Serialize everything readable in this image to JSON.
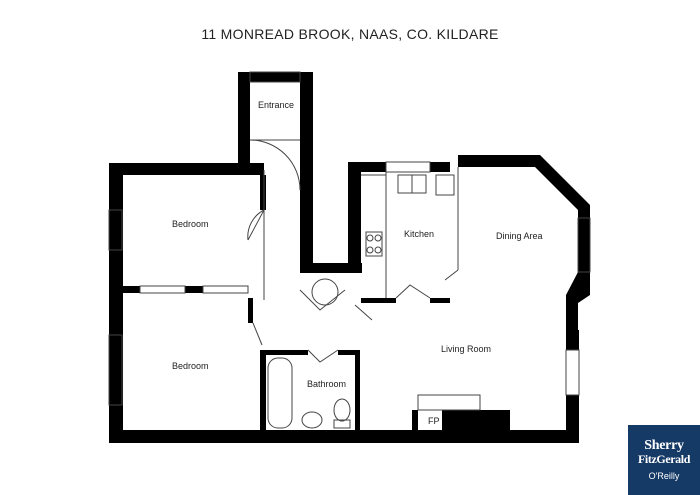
{
  "title": "11 MONREAD BROOK, NAAS, CO. KILDARE",
  "rooms": {
    "entrance": "Entrance",
    "bedroom_top": "Bedroom",
    "bedroom_bottom": "Bedroom",
    "kitchen": "Kitchen",
    "dining": "Dining Area",
    "living": "Living Room",
    "bathroom": "Bathroom",
    "fireplace": "FP"
  },
  "logo": {
    "line1": "Sherry",
    "line2": "FitzGerald",
    "line3": "O'Reilly",
    "background": "#163a66"
  },
  "colors": {
    "wall": "#000000",
    "fixture": "#555555",
    "background": "#ffffff"
  }
}
